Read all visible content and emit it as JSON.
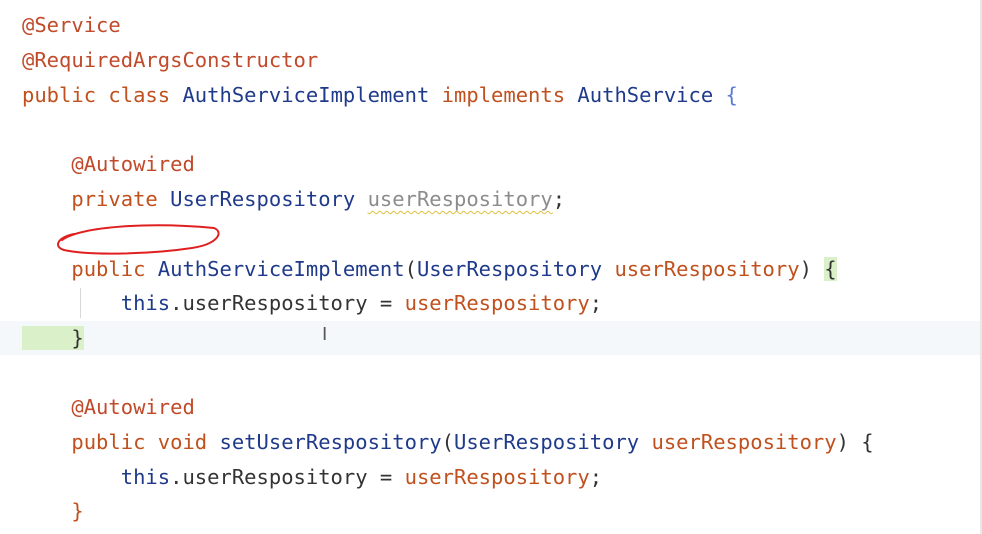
{
  "editor": {
    "lines": [
      {
        "id": "l1",
        "tokens": [
          {
            "t": "@Service",
            "c": "annot-red"
          }
        ]
      },
      {
        "id": "l2",
        "tokens": [
          {
            "t": "@RequiredArgsConstructor",
            "c": "annot-red"
          }
        ]
      },
      {
        "id": "l3",
        "tokens": [
          {
            "t": "public ",
            "c": "kwo"
          },
          {
            "t": "class ",
            "c": "kwo"
          },
          {
            "t": "AuthServiceImplement ",
            "c": "cls"
          },
          {
            "t": "implements ",
            "c": "kwo"
          },
          {
            "t": "AuthService ",
            "c": "cls"
          },
          {
            "t": "{",
            "c": "brace"
          }
        ]
      },
      {
        "id": "l4",
        "tokens": [
          {
            "t": "    @Autowired",
            "c": "annot-red"
          }
        ]
      },
      {
        "id": "l5",
        "tokens": [
          {
            "t": "    private ",
            "c": "kwo"
          },
          {
            "t": "UserRespository ",
            "c": "cls"
          },
          {
            "t": "userRespository",
            "c": "unused"
          },
          {
            "t": ";",
            "c": "punc"
          }
        ]
      },
      {
        "id": "l6",
        "tokens": [
          {
            "t": "    public ",
            "c": "kwo"
          },
          {
            "t": "AuthServiceImplement",
            "c": "cls"
          },
          {
            "t": "(",
            "c": "punc"
          },
          {
            "t": "UserRespository ",
            "c": "cls"
          },
          {
            "t": "userRespository",
            "c": "param"
          },
          {
            "t": ") ",
            "c": "punc"
          },
          {
            "t": "{",
            "c": "brace-hl"
          }
        ]
      },
      {
        "id": "l7",
        "tokens": [
          {
            "t": "        this",
            "c": "this"
          },
          {
            "t": ".userRespository = ",
            "c": "punc"
          },
          {
            "t": "userRespository",
            "c": "param"
          },
          {
            "t": ";",
            "c": "punc"
          }
        ]
      },
      {
        "id": "l8",
        "tokens": [
          {
            "t": "    }",
            "c": "brace-hl"
          }
        ]
      },
      {
        "id": "l9",
        "tokens": [
          {
            "t": "    @Autowired",
            "c": "annot-red"
          }
        ]
      },
      {
        "id": "l10",
        "tokens": [
          {
            "t": "    public ",
            "c": "kwo"
          },
          {
            "t": "void ",
            "c": "kwo"
          },
          {
            "t": "setUserRespository",
            "c": "cls"
          },
          {
            "t": "(",
            "c": "punc"
          },
          {
            "t": "UserRespository ",
            "c": "cls"
          },
          {
            "t": "userRespository",
            "c": "param"
          },
          {
            "t": ") {",
            "c": "punc"
          }
        ]
      },
      {
        "id": "l11",
        "tokens": [
          {
            "t": "        this",
            "c": "this"
          },
          {
            "t": ".userRespository = ",
            "c": "punc"
          },
          {
            "t": "userRespository",
            "c": "param"
          },
          {
            "t": ";",
            "c": "punc"
          }
        ]
      },
      {
        "id": "l12",
        "tokens": [
          {
            "t": "    }",
            "c": "method-orange"
          }
        ]
      }
    ],
    "cursor_glyph": "I"
  }
}
